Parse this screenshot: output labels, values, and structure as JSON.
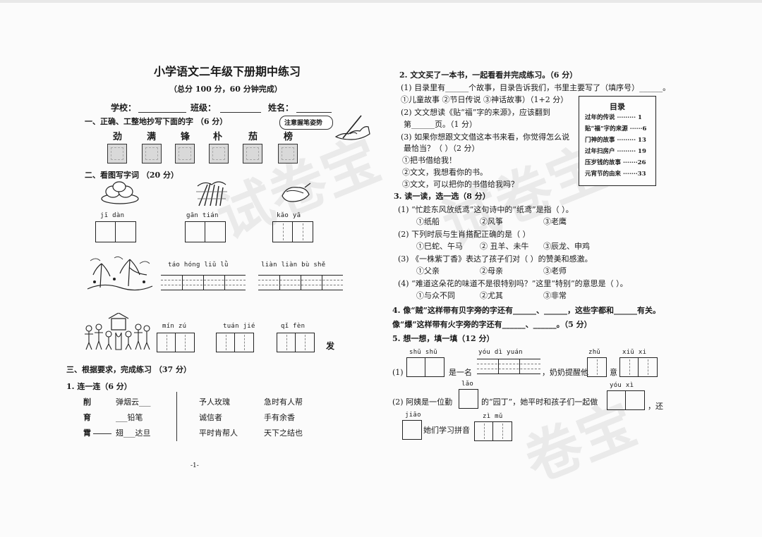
{
  "title": "小学语文二年级下册期中练习",
  "subtitle": "（总分 100 分，60 分钟完成）",
  "fields": {
    "school": "学校：",
    "class": "班级：",
    "name": "姓名："
  },
  "posture_note": "注意握笔姿势",
  "s1": {
    "heading": "一、正确、工整地抄写下面的字 （6 分）",
    "chars": [
      "劲",
      "满",
      "锋",
      "朴",
      "茄",
      "榜"
    ]
  },
  "s2": {
    "heading": "二、看图写字词 （20 分）",
    "row1": [
      "jī  dàn",
      "gān  tián",
      "kǎo  yā"
    ],
    "row2": [
      "táo  hóng  liǔ  lǜ",
      "liàn  liàn  bù  shě"
    ],
    "row3": [
      "mín  zú",
      "tuán  jié",
      "qǐ   fèn"
    ],
    "fa": "发"
  },
  "s3": {
    "heading": "三、根据要求，完成练习 （37 分）",
    "q1": "1. 连一连（6 分）",
    "left": [
      "削",
      "育",
      "霄"
    ],
    "mid": [
      "弹烟云",
      "铅笔",
      "翅",
      "达旦"
    ],
    "mid_full": [
      "弹烟云___",
      "___铅笔",
      "翅___达旦"
    ],
    "col3": [
      "予人玫瑰",
      "诚信者",
      "平时肯帮人"
    ],
    "col4": [
      "急时有人帮",
      "手有余香",
      "天下之结也"
    ]
  },
  "page_num": "-1-",
  "r2": {
    "q": "2. 文文买了一本书，一起看看并完成练习。（6 分）",
    "l1": "(1) 目录里有______个故事，目录告诉我们，书里主要写了（填序号）______。",
    "l2": "①儿童故事 ②节日传说 ③神话故事）（1+2 分）",
    "l3": "(2) 文文想读《贴“福”字的来源》，应该翻到",
    "l4": "第______页。（1 分）",
    "l5": "(3) 如果你想跟文文借这本书来看，你觉得怎么说",
    "l6": "最恰当？（        ）（2 分）",
    "o1": "①把书借给我！",
    "o2": "②文文，我想看你的书。",
    "o3": "③文文，可以把你的书借给我吗？"
  },
  "toc": {
    "head": "目录",
    "items": [
      "过年的传说 ········· 1",
      "贴“福”字的来源 ······6",
      "门神的故事 ········· 13",
      "过年扫房户 ········· 19",
      "压岁钱的故事 ·······26",
      "元宵节的由来 ·······33"
    ]
  },
  "r3": {
    "q": "3. 读一读，选一选（8 分）",
    "a1": "(1)  “忙趁东风放纸鸢”这句诗中的“纸鸢”是指（       ）。",
    "a1o": [
      "①纸船",
      "②风筝",
      "③老鹰"
    ],
    "a2": "(2)  下列时辰与生肖搭配正确的是（       ）",
    "a2o": [
      "①巳蛇、午马",
      "②  丑羊、未牛",
      "③辰龙、申鸡"
    ],
    "a3": "(3)  《一株紫丁香》表达了孩子们对（       ）的赞美和感激。",
    "a3o": [
      "①父亲",
      "②母亲",
      "③老师"
    ],
    "a4": "(4)  “难道这朵花的味道不是很特别吗？”这里“特别”的意思是（     ）。",
    "a4o": [
      "①与众不同",
      "②尤其",
      "③非常"
    ]
  },
  "r4": {
    "l1": "4. 像“贼”这样带有贝字旁的字还有______、______，这些字都和______有关。",
    "l2": "像“爆”这样带有火字旁的字还有______、______。（5 分）"
  },
  "r5": {
    "q": "5. 想一想，填一填（12 分）",
    "py1": [
      "shū  shū",
      "yóu  dì  yuán",
      "zhǔ",
      "xiū  xi"
    ],
    "l1a": "(1)",
    "l1b": "是一名",
    "l1c": "，奶奶提醒他",
    "l1d": "意",
    "py_lao": "lǎo",
    "py_youxi": "yóu  xì",
    "l2a": "(2) 阿姨是一位勤",
    "l2b": "的“园丁”，她平时和孩子们一起做",
    "l2c": "，还",
    "py3": [
      "jiāo",
      "zì  mǔ"
    ],
    "l3": "她们学习拼音"
  },
  "watermarks": [
    "试卷宝",
    "试卷宝",
    "卷宝"
  ]
}
